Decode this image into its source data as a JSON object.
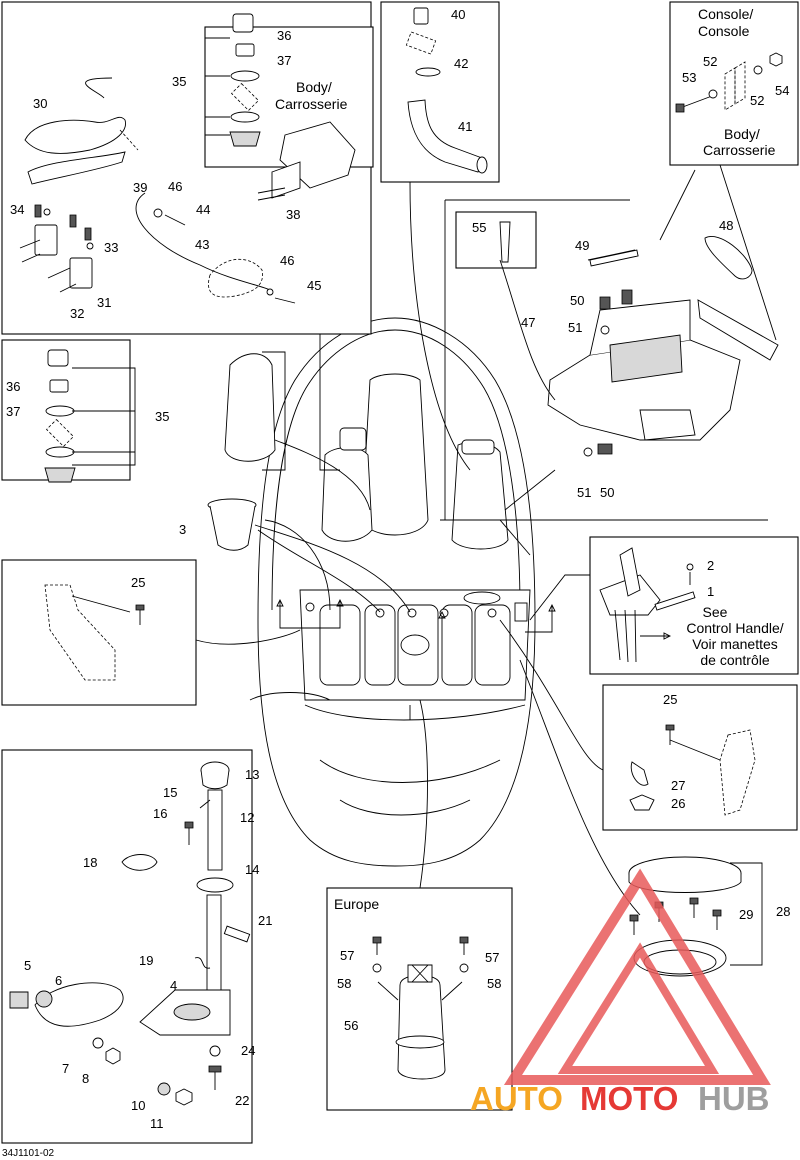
{
  "diagram": {
    "drawing_code": "34J1101-02",
    "callouts": {
      "n1": "1",
      "n2": "2",
      "n3": "3",
      "n4": "4",
      "n5": "5",
      "n6": "6",
      "n7": "7",
      "n8": "8",
      "n10": "10",
      "n11": "11",
      "n12": "12",
      "n13": "13",
      "n14": "14",
      "n15": "15",
      "n16": "16",
      "n18": "18",
      "n19": "19",
      "n21": "21",
      "n22": "22",
      "n24": "24",
      "n25a": "25",
      "n25b": "25",
      "n26": "26",
      "n27": "27",
      "n28": "28",
      "n29": "29",
      "n30": "30",
      "n31": "31",
      "n32": "32",
      "n33": "33",
      "n34": "34",
      "n35a": "35",
      "n35b": "35",
      "n36a": "36",
      "n36b": "36",
      "n37a": "37",
      "n37b": "37",
      "n38": "38",
      "n39": "39",
      "n40": "40",
      "n41": "41",
      "n42": "42",
      "n43": "43",
      "n44": "44",
      "n45": "45",
      "n46a": "46",
      "n46b": "46",
      "n47": "47",
      "n48": "48",
      "n49": "49",
      "n50a": "50",
      "n50b": "50",
      "n51a": "51",
      "n51b": "51",
      "n52a": "52",
      "n52b": "52",
      "n53": "53",
      "n54": "54",
      "n55": "55",
      "n56": "56",
      "n57a": "57",
      "n57b": "57",
      "n58a": "58",
      "n58b": "58"
    },
    "labels": {
      "body_carrosserie_1": "Body/",
      "body_carrosserie_2": "Carrosserie",
      "console_1": "Console/",
      "console_2": "Console",
      "body_carrosserie_3": "Body/",
      "body_carrosserie_4": "Carrosserie",
      "see_1": "See",
      "see_2": "Control Handle/",
      "see_3": "Voir manettes",
      "see_4": "de contrôle",
      "europe": "Europe"
    }
  },
  "watermark": {
    "auto": "AUTO",
    "moto": "MOTO",
    "hub": "HUB",
    "color_red": "#e53935",
    "color_orange": "#f5a623",
    "color_gray": "#9e9e9e"
  }
}
